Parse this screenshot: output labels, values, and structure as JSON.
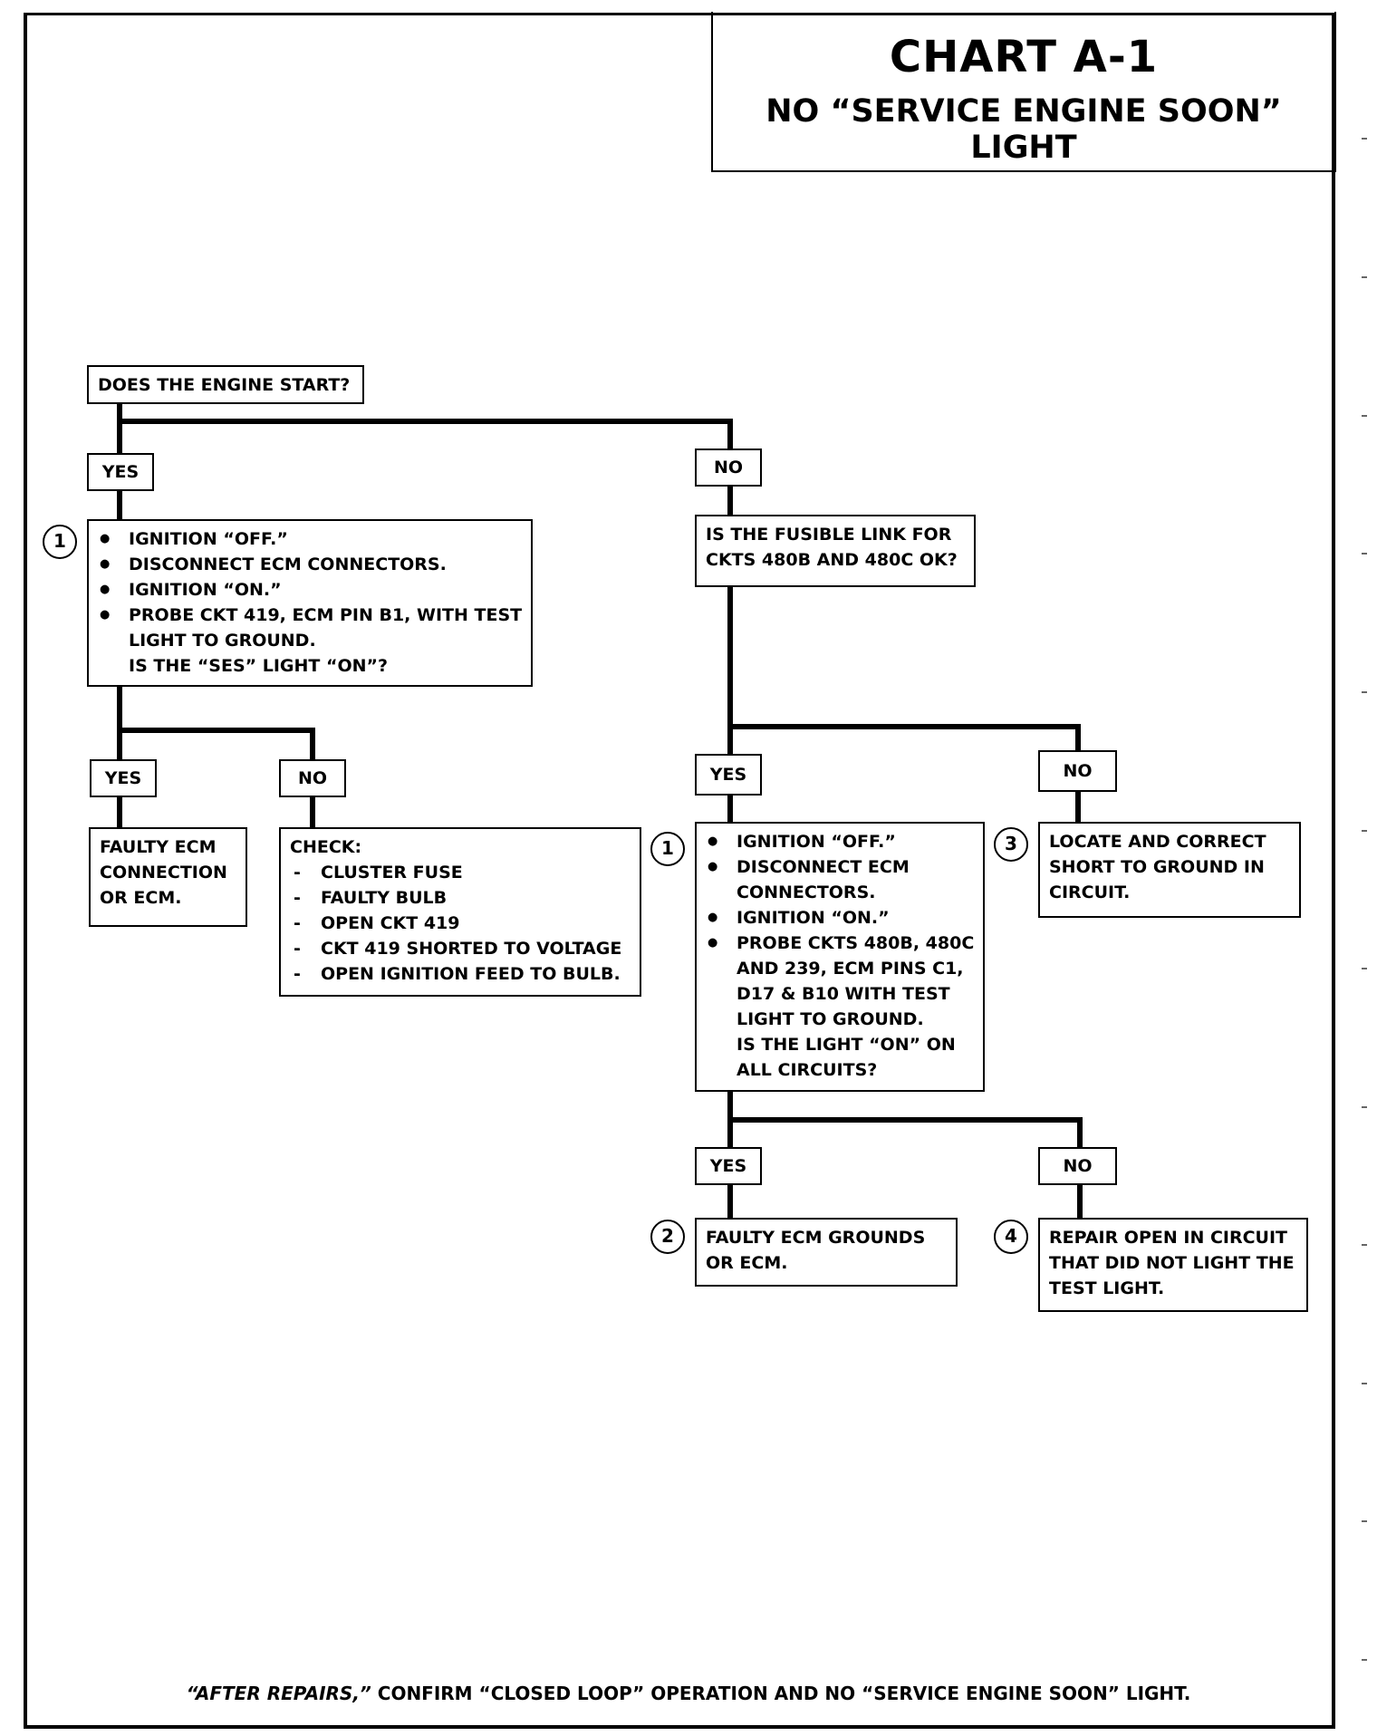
{
  "header": {
    "title": "CHART A-1",
    "subtitle": "NO “SERVICE ENGINE SOON” LIGHT"
  },
  "start": {
    "question": "DOES THE ENGINE START?"
  },
  "labels": {
    "yes": "YES",
    "no": "NO"
  },
  "circles": [
    "1",
    "1",
    "2",
    "3",
    "4"
  ],
  "left_step": {
    "bullets": [
      "IGNITION “OFF.”",
      "DISCONNECT ECM CONNECTORS.",
      "IGNITION “ON.”",
      "PROBE CKT 419, ECM PIN B1, WITH TEST",
      "LIGHT TO GROUND."
    ],
    "question": "IS THE “SES” LIGHT “ON”?"
  },
  "left_yes_result": [
    "FAULTY ECM",
    "CONNECTION",
    "OR ECM."
  ],
  "left_no_result": {
    "heading": "CHECK:",
    "items": [
      "CLUSTER FUSE",
      "FAULTY BULB",
      "OPEN CKT 419",
      "CKT 419 SHORTED TO VOLTAGE",
      "OPEN IGNITION FEED TO BULB."
    ]
  },
  "right_question": [
    "IS THE FUSIBLE LINK FOR",
    "CKTS 480B AND 480C OK?"
  ],
  "right_step": {
    "bullets": [
      "IGNITION “OFF.”",
      "DISCONNECT ECM",
      "CONNECTORS.",
      "IGNITION “ON.”",
      "PROBE CKTS 480B, 480C",
      "AND 239, ECM PINS C1,",
      "D17 & B10 WITH TEST",
      "LIGHT TO GROUND.",
      "IS THE LIGHT “ON” ON",
      "ALL CIRCUITS?"
    ]
  },
  "result_3": [
    "LOCATE AND CORRECT",
    "SHORT TO GROUND IN",
    "CIRCUIT."
  ],
  "result_2": [
    "FAULTY ECM GROUNDS",
    "OR ECM."
  ],
  "result_4": [
    "REPAIR OPEN IN CIRCUIT",
    "THAT DID NOT LIGHT THE",
    "TEST LIGHT."
  ],
  "footer": {
    "italic": "“AFTER REPAIRS,”",
    "rest": " CONFIRM “CLOSED LOOP” OPERATION AND NO “SERVICE ENGINE SOON” LIGHT."
  }
}
